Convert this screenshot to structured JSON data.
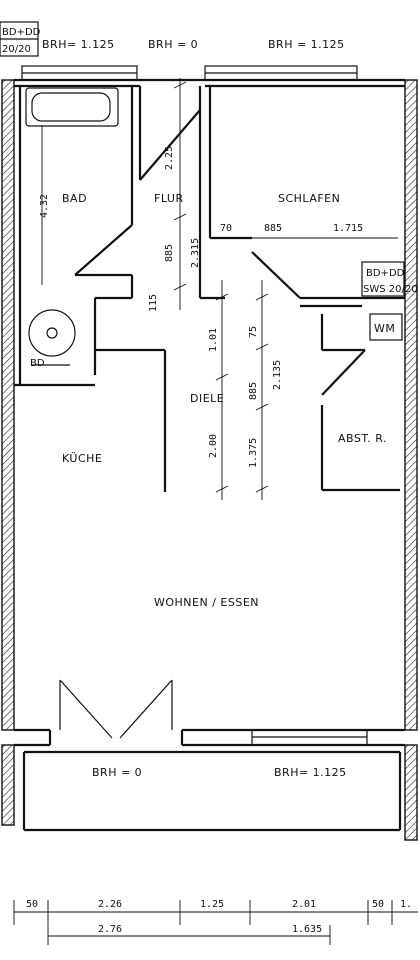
{
  "rooms": {
    "bad": "BAD",
    "flur": "FLUR",
    "schlafen": "SCHLAFEN",
    "diele": "DIELE",
    "kueche": "KÜCHE",
    "abstr": "ABST. R.",
    "wohnen": "WOHNEN / ESSEN",
    "wm": "WM"
  },
  "tags": {
    "bd_dd_top": "BD+DD",
    "ratio_top": "20/20",
    "bd_dd_right": "BD+DD",
    "sws_right": "SWS 20/20",
    "bd": "BD"
  },
  "brh": {
    "top_left": "BRH= 1.125",
    "top_mid": "BRH = 0",
    "top_right": "BRH = 1.125",
    "bottom_left": "BRH = 0",
    "bottom_right": "BRH= 1.125"
  },
  "dims_vertical": {
    "bad_height": "4.32",
    "flur_225": "2.25",
    "flur_2315": "2.315",
    "flur_885": "885",
    "flur_115": "115",
    "diele_101": "1.01",
    "diele_75": "75",
    "diele_885": "885",
    "diele_2135": "2.135",
    "diele_200": "2.00",
    "diele_1375": "1.375"
  },
  "dims_horizontal": {
    "schlafen_70": "70",
    "schlafen_885": "885",
    "schlafen_1715": "1.715"
  },
  "dims_bottom": {
    "d50a": "50",
    "d226": "2.26",
    "d125": "1.25",
    "d201": "2.01",
    "d50b": "50",
    "d1x": "1.",
    "d276": "2.76",
    "d1635": "1.635"
  }
}
